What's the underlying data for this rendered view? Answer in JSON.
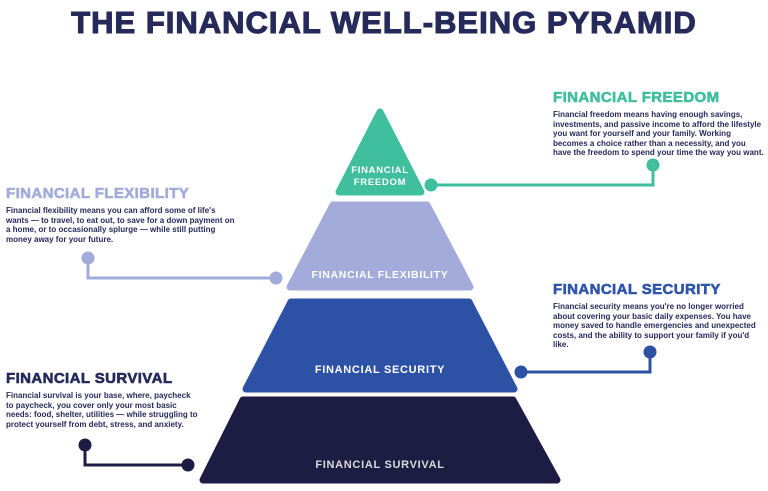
{
  "title": "THE FINANCIAL WELL-BEING PYRAMID",
  "colors": {
    "navy_text": "#252a5b",
    "teal": "#3fbf9d",
    "lavender": "#a3abdb",
    "blue": "#2d51a5",
    "dark_navy": "#1d1d44"
  },
  "pyramid": {
    "tiers": [
      {
        "id": "financial-freedom",
        "label": "FINANCIAL FREEDOM"
      },
      {
        "id": "financial-flexibility",
        "label": "FINANCIAL FLEXIBILITY"
      },
      {
        "id": "financial-security",
        "label": "FINANCIAL SECURITY"
      },
      {
        "id": "financial-survival",
        "label": "FINANCIAL SURVIVAL"
      }
    ]
  },
  "callouts": {
    "freedom": {
      "heading": "FINANCIAL FREEDOM",
      "body": "Financial freedom means having enough savings, investments, and passive income to afford the lifestyle you want for yourself and your family. Working becomes a choice rather than a necessity, and you have the freedom to spend your time the way you want."
    },
    "flexibility": {
      "heading": "FINANCIAL FLEXIBILITY",
      "body": "Financial flexibility means you can afford some of life's wants — to travel, to eat out, to save for a down payment on a home, or to occasionally splurge — while still putting money away for your future."
    },
    "security": {
      "heading": "FINANCIAL SECURITY",
      "body": "Financial security means you're no longer worried about covering your basic daily expenses. You have money saved to handle emergencies and unexpected costs, and the ability to support your family if you'd like."
    },
    "survival": {
      "heading": "FINANCIAL SURVIVAL",
      "body": "Financial survival is your base, where, paycheck to paycheck, you cover only your most basic needs: food, shelter, utilities — while struggling to protect yourself from debt, stress, and anxiety."
    }
  }
}
